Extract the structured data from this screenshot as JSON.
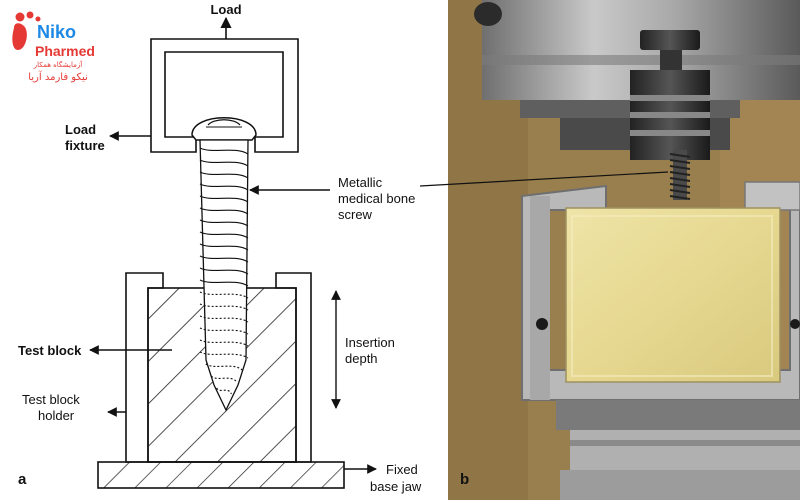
{
  "logo": {
    "brand_line1": "Niko",
    "brand_line2": "Pharmed",
    "subtitle_small": "آزمایشگاه همکار",
    "subtitle_main": "نیکو فارمد آریا"
  },
  "diagram_a": {
    "panel_letter": "a",
    "labels": {
      "load": "Load",
      "load_fixture_1": "Load",
      "load_fixture_2": "fixture",
      "screw_1": "Metallic",
      "screw_2": "medical bone",
      "screw_3": "screw",
      "insertion_1": "Insertion",
      "insertion_2": "depth",
      "test_block": "Test block",
      "holder_1": "Test block",
      "holder_2": "holder",
      "base_1": "Fixed",
      "base_2": "base jaw"
    }
  },
  "photo_b": {
    "panel_letter": "b"
  },
  "colors": {
    "logo_red": "#e53935",
    "logo_blue": "#1e88e5",
    "photo_bg": "#9a7f4e",
    "bone_block": "#e8dc9a"
  }
}
